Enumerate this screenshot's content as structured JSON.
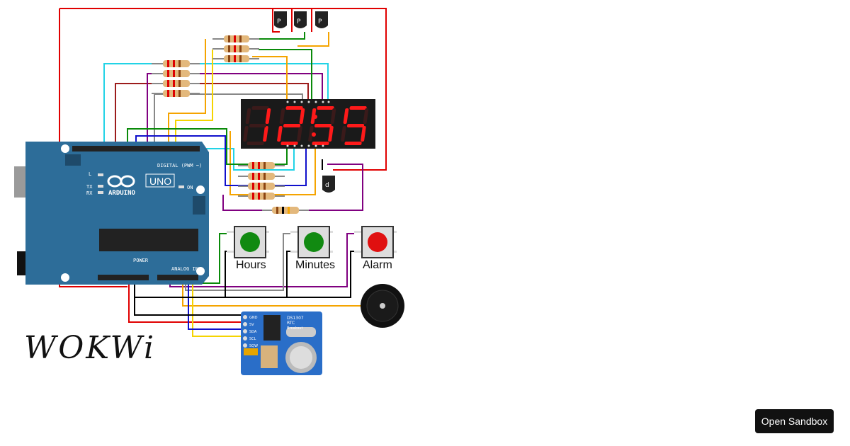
{
  "buttons": [
    {
      "label": "Hours",
      "cap_color": "#118a11"
    },
    {
      "label": "Minutes",
      "cap_color": "#118a11"
    },
    {
      "label": "Alarm",
      "cap_color": "#e01010"
    }
  ],
  "display": {
    "digits": "12:55",
    "color": "#ff1a1a"
  },
  "arduino": {
    "brand": "ARDUINO",
    "model": "UNO",
    "digital_label": "DIGITAL (PWM ~)",
    "analog_label": "ANALOG IN",
    "power_label": "POWER",
    "tx": "TX",
    "rx": "RX",
    "led_l": "L",
    "on": "ON",
    "board_color": "#2d6d99"
  },
  "rtc": {
    "title": "DS1307",
    "subtitle": "RTC",
    "subtitle2": "Breakout",
    "pins": [
      "GND",
      "5V",
      "SDA",
      "SCL",
      "SQW"
    ],
    "color": "#2a6ec8"
  },
  "logo": {
    "text": "WOKWi"
  },
  "sandbox": {
    "label": "Open Sandbox"
  }
}
